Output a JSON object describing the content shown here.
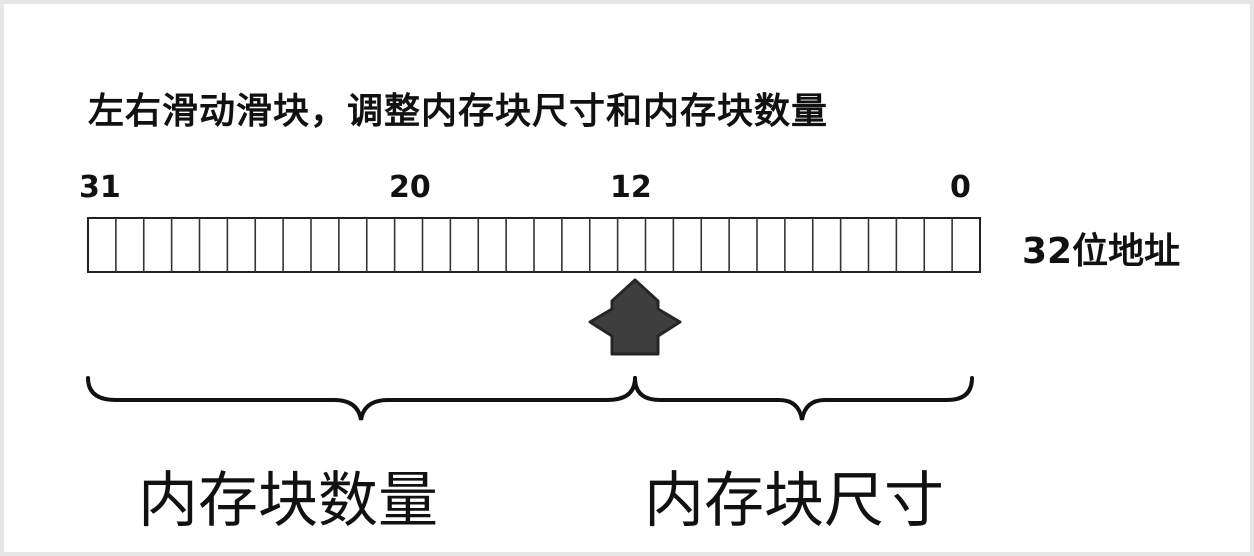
{
  "title": "左右滑动滑块，调整内存块尺寸和内存块数量",
  "bit_labels": {
    "b31": "31",
    "b20": "20",
    "b12": "12",
    "b0": "0"
  },
  "address_label": "32位地址",
  "left_brace_label": "内存块数量",
  "right_brace_label": "内存块尺寸",
  "bit_count": 32
}
